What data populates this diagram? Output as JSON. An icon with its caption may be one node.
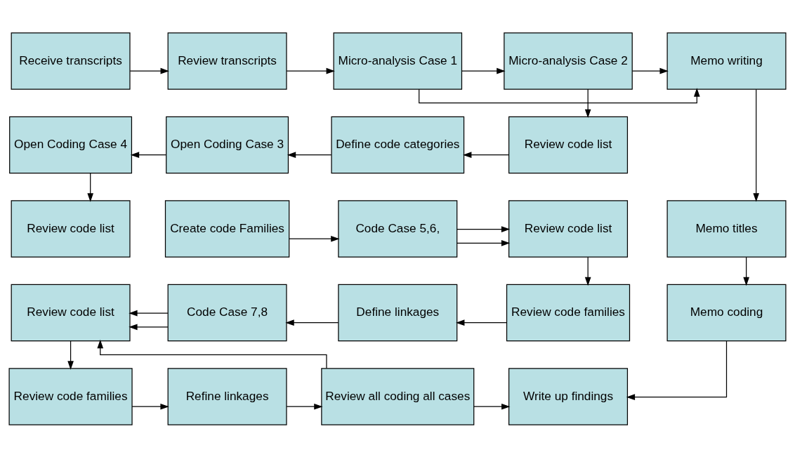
{
  "diagram": {
    "nodes": [
      {
        "text": [
          "Receive transcripts"
        ]
      },
      {
        "text": [
          "Review transcripts"
        ]
      },
      {
        "text": [
          "Micro-analysis Case 1"
        ]
      },
      {
        "text": [
          "Micro-analysis Case 2"
        ]
      },
      {
        "text": [
          "Memo writing"
        ]
      },
      {
        "text": [
          "Open Coding Case 4"
        ]
      },
      {
        "text": [
          "Open Coding Case 3"
        ]
      },
      {
        "text": [
          "Define code categories"
        ]
      },
      {
        "text": [
          "Review code list"
        ]
      },
      {
        "text": [
          "Review code list"
        ]
      },
      {
        "text": [
          "Create code Families"
        ]
      },
      {
        "text": [
          "Code Case 5,6,"
        ]
      },
      {
        "text": [
          "Review code list"
        ]
      },
      {
        "text": [
          "Memo titles"
        ]
      },
      {
        "text": [
          "Review code list"
        ]
      },
      {
        "text": [
          "Code Case 7,8"
        ]
      },
      {
        "text": [
          "Define linkages"
        ]
      },
      {
        "text": [
          "Review code families"
        ]
      },
      {
        "text": [
          "Memo coding"
        ]
      },
      {
        "text": [
          "Review code families"
        ]
      },
      {
        "text": [
          "Refine linkages"
        ]
      },
      {
        "text": [
          "Review all coding all cases"
        ]
      },
      {
        "text": [
          "Write up findings"
        ]
      }
    ],
    "edges": [
      {
        "from": 0,
        "to": 1,
        "arrow": "to"
      },
      {
        "from": 1,
        "to": 2,
        "arrow": "to"
      },
      {
        "from": 2,
        "to": 3,
        "arrow": "to"
      },
      {
        "from": 2,
        "to": 4,
        "arrow": "to"
      },
      {
        "from": 3,
        "to": 4,
        "arrow": "to"
      },
      {
        "from": 3,
        "to": 8,
        "arrow": "to"
      },
      {
        "from": 8,
        "to": 7,
        "arrow": "to"
      },
      {
        "from": 7,
        "to": 6,
        "arrow": "to"
      },
      {
        "from": 6,
        "to": 5,
        "arrow": "to"
      },
      {
        "from": 5,
        "to": 9,
        "arrow": "to"
      },
      {
        "from": 10,
        "to": 11,
        "arrow": "to"
      },
      {
        "from": 11,
        "to": 12,
        "arrow": "to"
      },
      {
        "from": 11,
        "to": 12,
        "arrow": "to"
      },
      {
        "from": 12,
        "to": 17,
        "arrow": "to"
      },
      {
        "from": 17,
        "to": 16,
        "arrow": "to"
      },
      {
        "from": 16,
        "to": 15,
        "arrow": "to"
      },
      {
        "from": 15,
        "to": 14,
        "arrow": "to"
      },
      {
        "from": 15,
        "to": 14,
        "arrow": "to"
      },
      {
        "from": 14,
        "to": 19,
        "arrow": "to"
      },
      {
        "from": 21,
        "to": 14,
        "arrow": "to"
      },
      {
        "from": 19,
        "to": 20,
        "arrow": "to"
      },
      {
        "from": 20,
        "to": 21,
        "arrow": "to"
      },
      {
        "from": 21,
        "to": 22,
        "arrow": "to"
      },
      {
        "from": 4,
        "to": 13,
        "arrow": "to"
      },
      {
        "from": 13,
        "to": 18,
        "arrow": "to"
      },
      {
        "from": 18,
        "to": 22,
        "arrow": "to"
      }
    ]
  }
}
